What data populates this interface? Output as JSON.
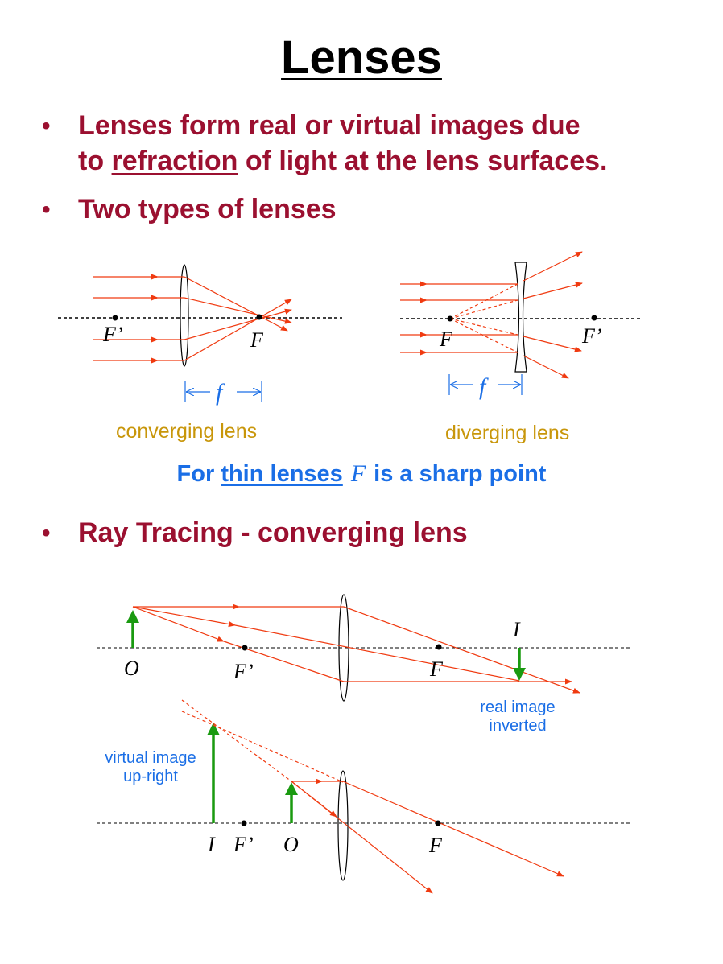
{
  "title": "Lenses",
  "bullets": {
    "b1_part1": "Lenses form real or virtual images due",
    "b1_part2a": "to ",
    "b1_part2b": "refraction",
    "b1_part2c": " of light at the lens surfaces.",
    "b2": "Two types of lenses",
    "b3": "Ray Tracing - converging lens"
  },
  "diagram1": {
    "caption": "converging lens",
    "focal_left": "F’",
    "focal_right": "F",
    "focal_length": "f"
  },
  "diagram2": {
    "caption": "diverging lens",
    "focal_left": "F",
    "focal_right": "F’",
    "focal_length": "f"
  },
  "thin_note": {
    "part1": "For ",
    "part2": "thin lenses",
    "symbol": "F",
    "part3": "is a sharp point"
  },
  "ray1": {
    "object": "O",
    "focal_left": "F’",
    "focal_right": "F",
    "image": "I",
    "note_line1": "real image",
    "note_line2": "inverted"
  },
  "ray2": {
    "image": "I",
    "focal_left": "F’",
    "object": "O",
    "focal_right": "F",
    "note_line1": "virtual image",
    "note_line2": "up-right"
  },
  "colors": {
    "bullet": "#9b1030",
    "ray": "#f03a10",
    "blue": "#1a6ee6",
    "caption": "#c8960a",
    "arrow_green": "#1a9a10"
  }
}
